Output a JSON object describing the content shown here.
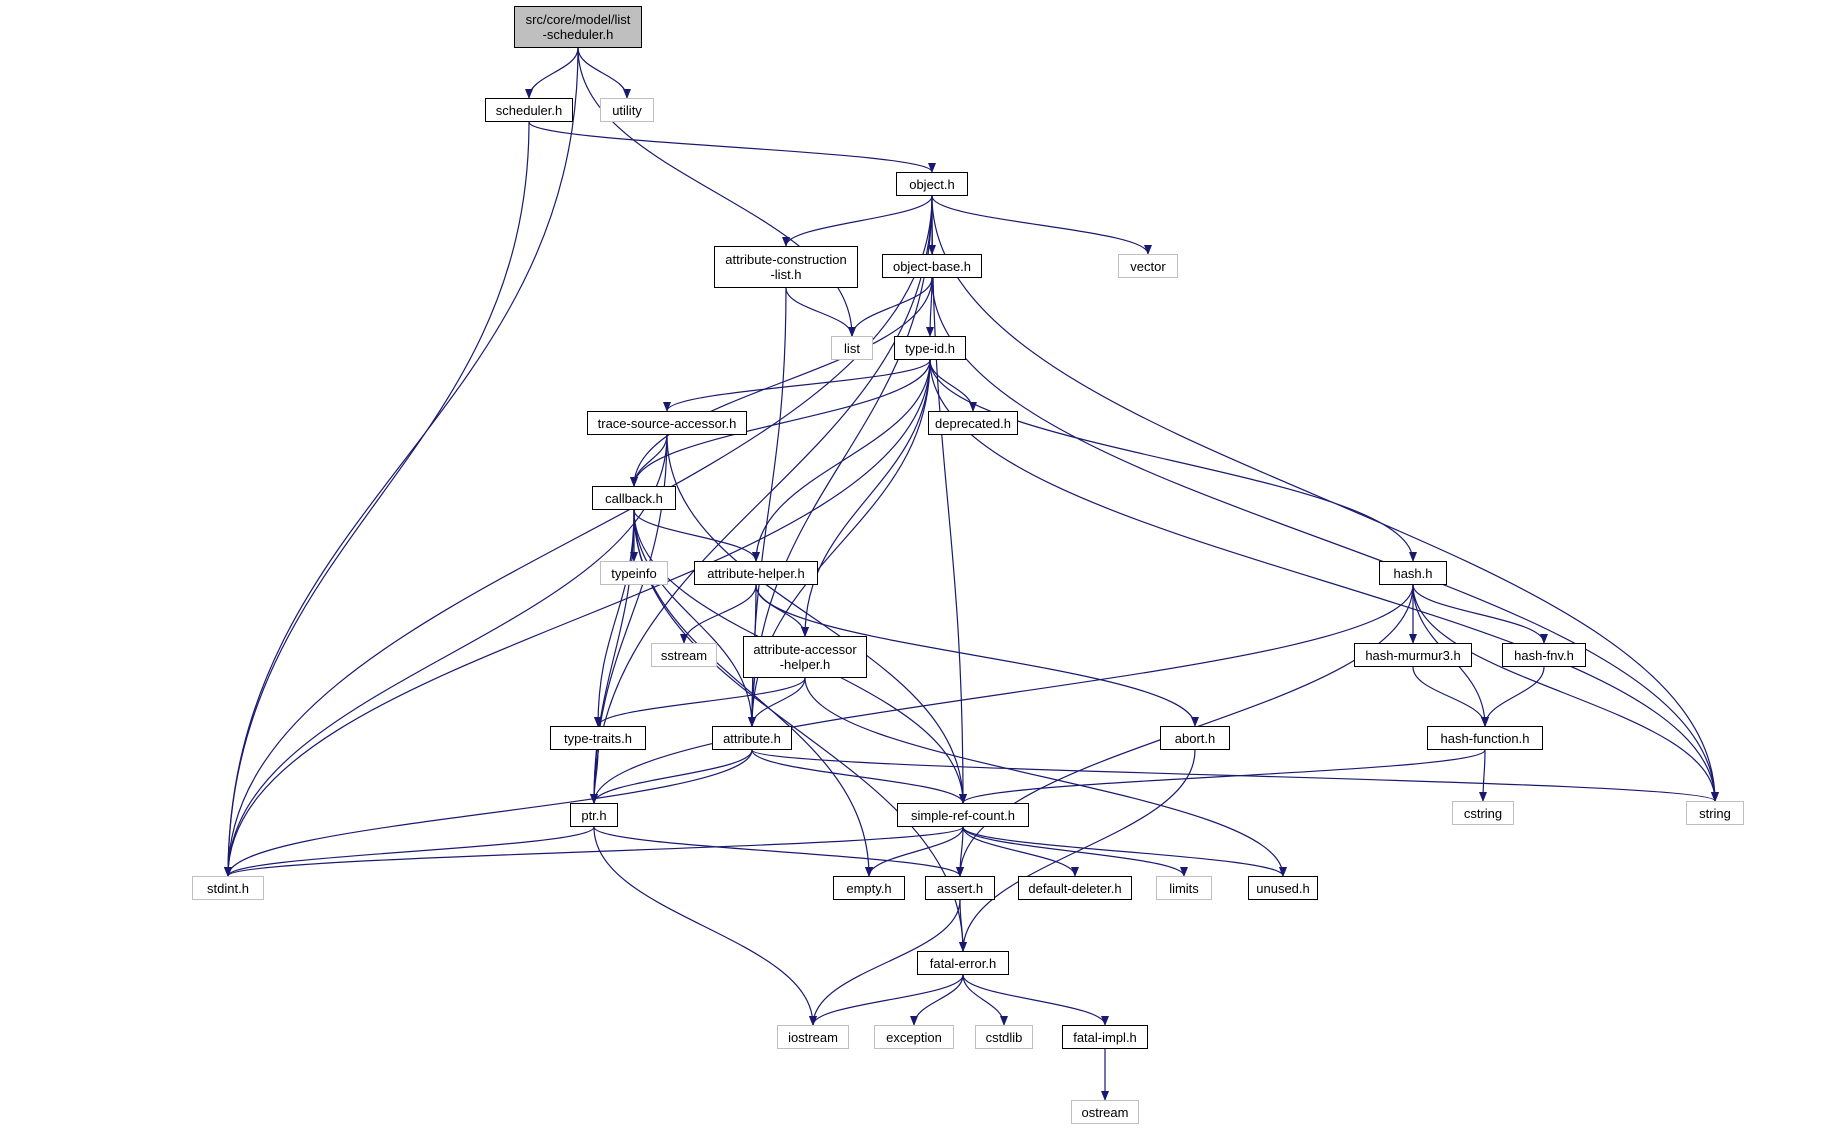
{
  "graph": {
    "kind": "include-dependency-graph",
    "colors": {
      "edge": "#191970",
      "internal_border": "#000000",
      "external_border": "#bfbfbf",
      "root_fill": "#bfbfbf",
      "node_fill": "#ffffff"
    },
    "nodes": {
      "list_scheduler": {
        "label": "src/core/model/list\n-scheduler.h",
        "type": "root"
      },
      "scheduler": {
        "label": "scheduler.h",
        "type": "internal"
      },
      "utility": {
        "label": "utility",
        "type": "external"
      },
      "object": {
        "label": "object.h",
        "type": "internal"
      },
      "attr_constr": {
        "label": "attribute-construction\n-list.h",
        "type": "internal"
      },
      "object_base": {
        "label": "object-base.h",
        "type": "internal"
      },
      "vector": {
        "label": "vector",
        "type": "external"
      },
      "list": {
        "label": "list",
        "type": "external"
      },
      "type_id": {
        "label": "type-id.h",
        "type": "internal"
      },
      "trace_src": {
        "label": "trace-source-accessor.h",
        "type": "internal"
      },
      "deprecated": {
        "label": "deprecated.h",
        "type": "internal"
      },
      "callback": {
        "label": "callback.h",
        "type": "internal"
      },
      "typeinfo": {
        "label": "typeinfo",
        "type": "external"
      },
      "attr_helper": {
        "label": "attribute-helper.h",
        "type": "internal"
      },
      "hash": {
        "label": "hash.h",
        "type": "internal"
      },
      "sstream": {
        "label": "sstream",
        "type": "external"
      },
      "attr_acc_helper": {
        "label": "attribute-accessor\n-helper.h",
        "type": "internal"
      },
      "hash_murmur3": {
        "label": "hash-murmur3.h",
        "type": "internal"
      },
      "hash_fnv": {
        "label": "hash-fnv.h",
        "type": "internal"
      },
      "type_traits": {
        "label": "type-traits.h",
        "type": "internal"
      },
      "attribute": {
        "label": "attribute.h",
        "type": "internal"
      },
      "abort": {
        "label": "abort.h",
        "type": "internal"
      },
      "hash_function": {
        "label": "hash-function.h",
        "type": "internal"
      },
      "ptr": {
        "label": "ptr.h",
        "type": "internal"
      },
      "simple_ref": {
        "label": "simple-ref-count.h",
        "type": "internal"
      },
      "cstring": {
        "label": "cstring",
        "type": "external"
      },
      "string": {
        "label": "string",
        "type": "external"
      },
      "stdint": {
        "label": "stdint.h",
        "type": "external"
      },
      "empty": {
        "label": "empty.h",
        "type": "internal"
      },
      "assert": {
        "label": "assert.h",
        "type": "internal"
      },
      "default_deleter": {
        "label": "default-deleter.h",
        "type": "internal"
      },
      "limits": {
        "label": "limits",
        "type": "external"
      },
      "unused": {
        "label": "unused.h",
        "type": "internal"
      },
      "fatal_error": {
        "label": "fatal-error.h",
        "type": "internal"
      },
      "iostream": {
        "label": "iostream",
        "type": "external"
      },
      "exception": {
        "label": "exception",
        "type": "external"
      },
      "cstdlib": {
        "label": "cstdlib",
        "type": "external"
      },
      "fatal_impl": {
        "label": "fatal-impl.h",
        "type": "internal"
      },
      "ostream": {
        "label": "ostream",
        "type": "external"
      }
    },
    "edges": [
      [
        "list_scheduler",
        "stdint"
      ],
      [
        "list_scheduler",
        "scheduler"
      ],
      [
        "list_scheduler",
        "utility"
      ],
      [
        "list_scheduler",
        "list"
      ],
      [
        "scheduler",
        "object"
      ],
      [
        "scheduler",
        "stdint"
      ],
      [
        "object",
        "attr_constr"
      ],
      [
        "object",
        "object_base"
      ],
      [
        "object",
        "vector"
      ],
      [
        "object",
        "string"
      ],
      [
        "object",
        "stdint"
      ],
      [
        "object",
        "ptr"
      ],
      [
        "object",
        "attribute"
      ],
      [
        "object",
        "simple_ref"
      ],
      [
        "attr_constr",
        "list"
      ],
      [
        "attr_constr",
        "attribute"
      ],
      [
        "object_base",
        "list"
      ],
      [
        "object_base",
        "type_id"
      ],
      [
        "object_base",
        "callback"
      ],
      [
        "object_base",
        "string"
      ],
      [
        "type_id",
        "trace_src"
      ],
      [
        "type_id",
        "deprecated"
      ],
      [
        "type_id",
        "callback"
      ],
      [
        "type_id",
        "attr_helper"
      ],
      [
        "type_id",
        "attr_acc_helper"
      ],
      [
        "type_id",
        "attribute"
      ],
      [
        "type_id",
        "hash"
      ],
      [
        "type_id",
        "string"
      ],
      [
        "type_id",
        "stdint"
      ],
      [
        "trace_src",
        "callback"
      ],
      [
        "trace_src",
        "ptr"
      ],
      [
        "trace_src",
        "simple_ref"
      ],
      [
        "trace_src",
        "stdint"
      ],
      [
        "callback",
        "typeinfo"
      ],
      [
        "callback",
        "attr_helper"
      ],
      [
        "callback",
        "type_traits"
      ],
      [
        "callback",
        "attribute"
      ],
      [
        "callback",
        "ptr"
      ],
      [
        "callback",
        "simple_ref"
      ],
      [
        "callback",
        "empty"
      ],
      [
        "callback",
        "fatal_error"
      ],
      [
        "attr_helper",
        "sstream"
      ],
      [
        "attr_helper",
        "attr_acc_helper"
      ],
      [
        "attr_helper",
        "attribute"
      ],
      [
        "attr_helper",
        "abort"
      ],
      [
        "attr_acc_helper",
        "type_traits"
      ],
      [
        "attr_acc_helper",
        "attribute"
      ],
      [
        "attr_acc_helper",
        "unused"
      ],
      [
        "hash",
        "hash_murmur3"
      ],
      [
        "hash",
        "hash_fnv"
      ],
      [
        "hash",
        "hash_function"
      ],
      [
        "hash",
        "string"
      ],
      [
        "hash",
        "ptr"
      ],
      [
        "hash",
        "assert"
      ],
      [
        "hash_murmur3",
        "hash_function"
      ],
      [
        "hash_fnv",
        "hash_function"
      ],
      [
        "hash_function",
        "cstring"
      ],
      [
        "hash_function",
        "simple_ref"
      ],
      [
        "type_traits",
        "ptr"
      ],
      [
        "attribute",
        "ptr"
      ],
      [
        "attribute",
        "simple_ref"
      ],
      [
        "attribute",
        "string"
      ],
      [
        "attribute",
        "stdint"
      ],
      [
        "abort",
        "fatal_error"
      ],
      [
        "ptr",
        "stdint"
      ],
      [
        "ptr",
        "assert"
      ],
      [
        "ptr",
        "iostream"
      ],
      [
        "simple_ref",
        "stdint"
      ],
      [
        "simple_ref",
        "empty"
      ],
      [
        "simple_ref",
        "assert"
      ],
      [
        "simple_ref",
        "default_deleter"
      ],
      [
        "simple_ref",
        "limits"
      ],
      [
        "simple_ref",
        "unused"
      ],
      [
        "assert",
        "fatal_error"
      ],
      [
        "assert",
        "iostream"
      ],
      [
        "fatal_error",
        "iostream"
      ],
      [
        "fatal_error",
        "exception"
      ],
      [
        "fatal_error",
        "cstdlib"
      ],
      [
        "fatal_error",
        "fatal_impl"
      ],
      [
        "fatal_impl",
        "ostream"
      ]
    ]
  }
}
